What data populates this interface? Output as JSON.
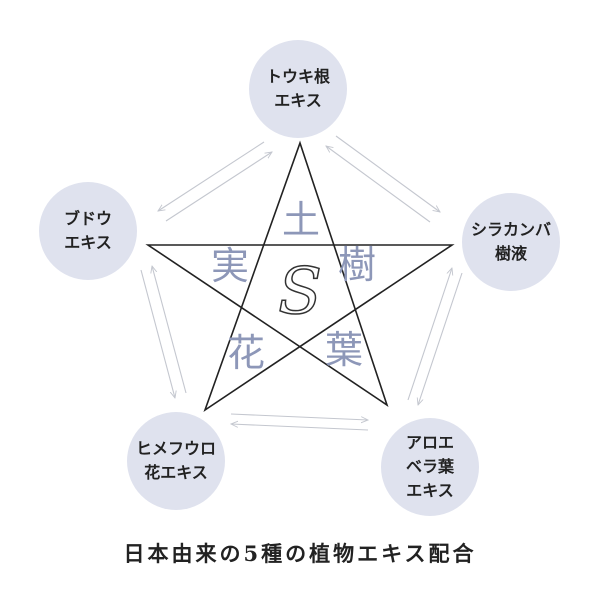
{
  "nodes": {
    "top": "トウキ根\nエキス",
    "right": "シラカンバ\n樹液",
    "bottom_right": "アロエ\nベラ葉\nエキス",
    "bottom_left": "ヒメフウロ\n花エキス",
    "left": "ブドウ\nエキス"
  },
  "star_characters": {
    "earth": "土",
    "tree": "樹",
    "leaf": "葉",
    "flower": "花",
    "fruit": "実"
  },
  "center_logo_letter": "S",
  "caption": "日本由来の5種の植物エキス配合",
  "colors": {
    "node_fill": "#dfe2ee",
    "kanji": "#8d97b8",
    "star_line": "#222222",
    "arrow": "#c4c7cf",
    "text": "#222222"
  }
}
